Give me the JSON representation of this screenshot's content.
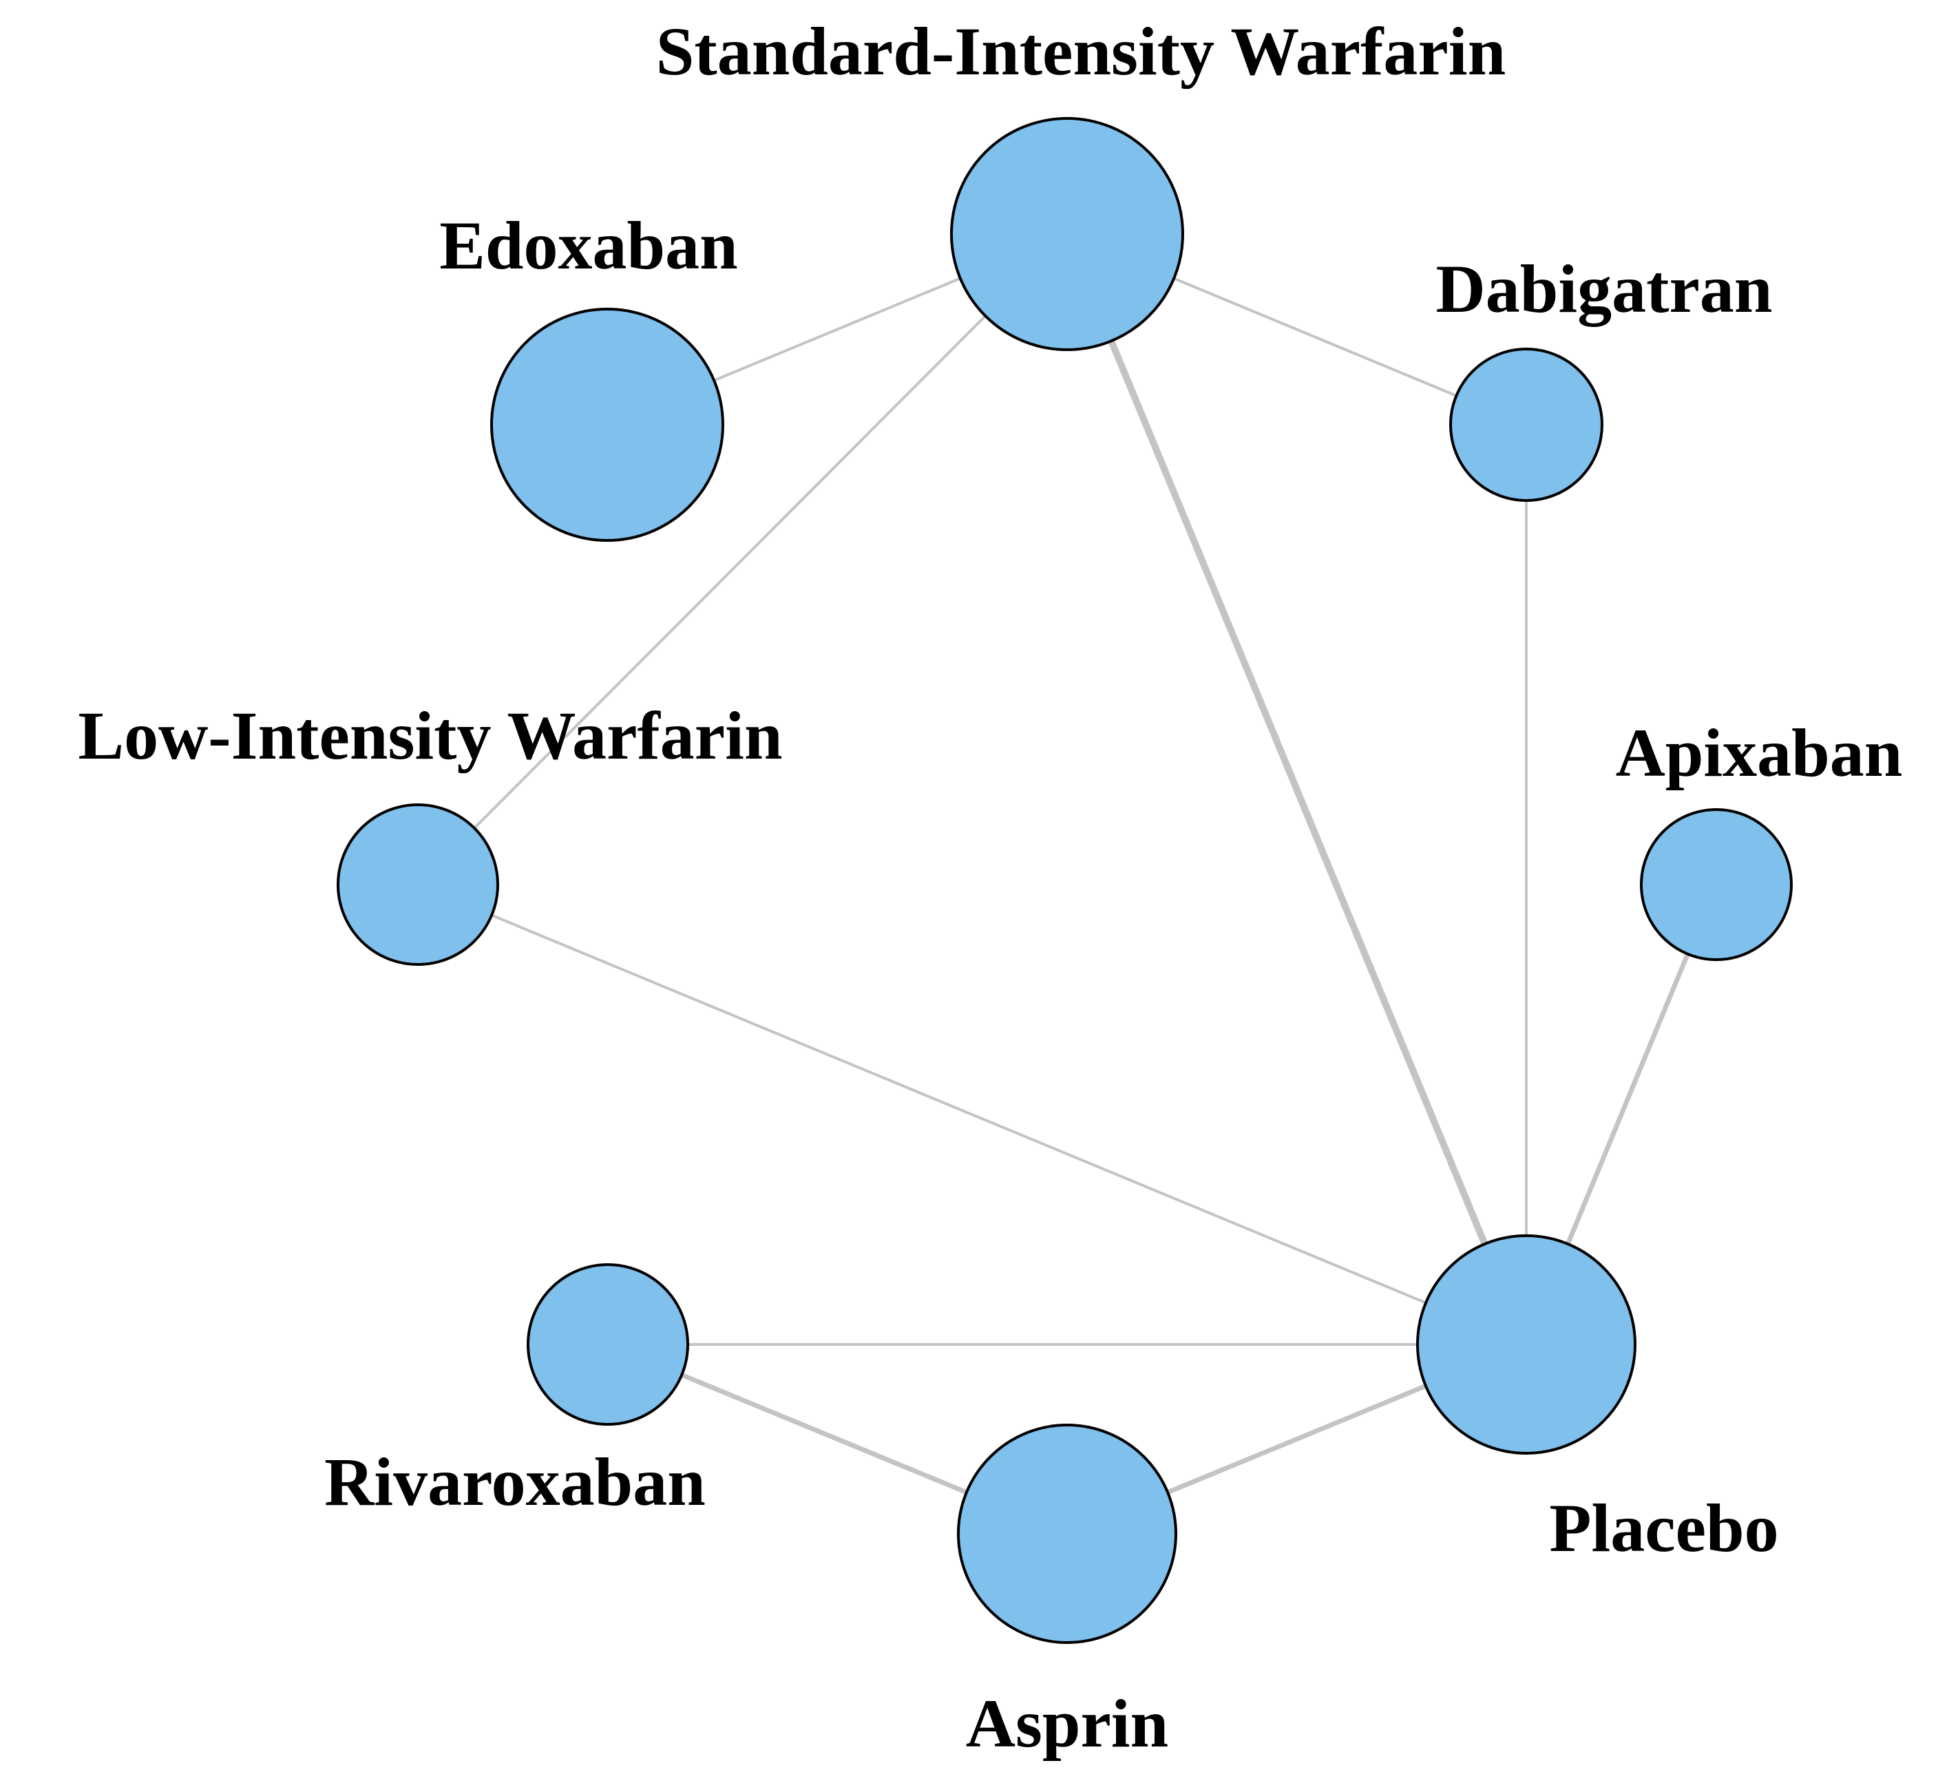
{
  "diagram": {
    "type": "network-meta-analysis",
    "node_color": "#80c0ec",
    "node_border_color": "#000000",
    "edge_color": "#c4c4c4",
    "background_color": "#ffffff",
    "nodes": [
      {
        "id": "standard_warfarin",
        "label": "Standard-Intensity Warfarin",
        "size": "large"
      },
      {
        "id": "edoxaban",
        "label": "Edoxaban",
        "size": "large"
      },
      {
        "id": "dabigatran",
        "label": "Dabigatran",
        "size": "small"
      },
      {
        "id": "low_warfarin",
        "label": "Low-Intensity Warfarin",
        "size": "small"
      },
      {
        "id": "apixaban",
        "label": "Apixaban",
        "size": "small"
      },
      {
        "id": "rivaroxaban",
        "label": "Rivaroxaban",
        "size": "small"
      },
      {
        "id": "asprin",
        "label": "Asprin",
        "size": "large"
      },
      {
        "id": "placebo",
        "label": "Placebo",
        "size": "large"
      }
    ],
    "edges": [
      {
        "from": "standard_warfarin",
        "to": "edoxaban",
        "weight": "thin"
      },
      {
        "from": "standard_warfarin",
        "to": "dabigatran",
        "weight": "thin"
      },
      {
        "from": "standard_warfarin",
        "to": "low_warfarin",
        "weight": "thin"
      },
      {
        "from": "standard_warfarin",
        "to": "placebo",
        "weight": "thick"
      },
      {
        "from": "dabigatran",
        "to": "placebo",
        "weight": "thin"
      },
      {
        "from": "apixaban",
        "to": "placebo",
        "weight": "medium"
      },
      {
        "from": "low_warfarin",
        "to": "placebo",
        "weight": "thin"
      },
      {
        "from": "rivaroxaban",
        "to": "placebo",
        "weight": "thin"
      },
      {
        "from": "rivaroxaban",
        "to": "asprin",
        "weight": "medium"
      },
      {
        "from": "asprin",
        "to": "placebo",
        "weight": "medium"
      }
    ]
  }
}
